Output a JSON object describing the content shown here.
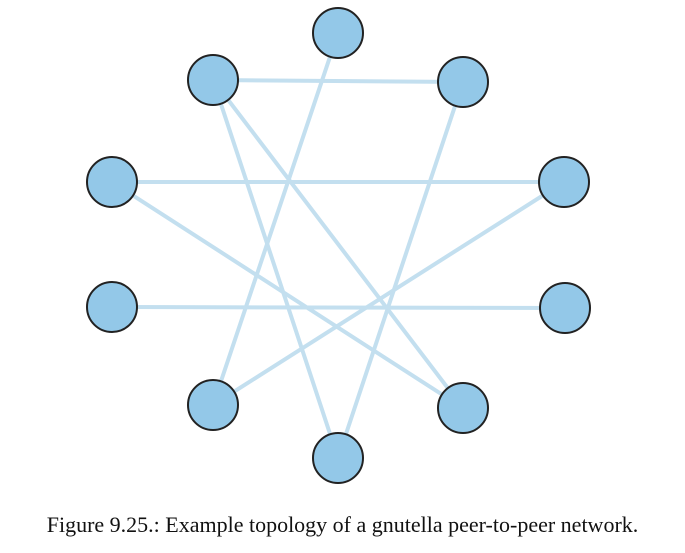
{
  "caption": "Figure 9.25.: Example topology of a gnutella peer-to-peer network.",
  "colors": {
    "node_fill": "#93c8e8",
    "node_stroke": "#222222",
    "edge": "#c3dfef"
  },
  "graph": {
    "nodes": [
      "n0",
      "n1",
      "n2",
      "n3",
      "n4",
      "n5",
      "n6",
      "n7",
      "n8",
      "n9"
    ],
    "edges": [
      [
        "n9",
        "n1"
      ],
      [
        "n9",
        "n4"
      ],
      [
        "n9",
        "n5"
      ],
      [
        "n0",
        "n6"
      ],
      [
        "n1",
        "n5"
      ],
      [
        "n8",
        "n2"
      ],
      [
        "n2",
        "n6"
      ],
      [
        "n3",
        "n7"
      ],
      [
        "n4",
        "n8"
      ]
    ]
  }
}
